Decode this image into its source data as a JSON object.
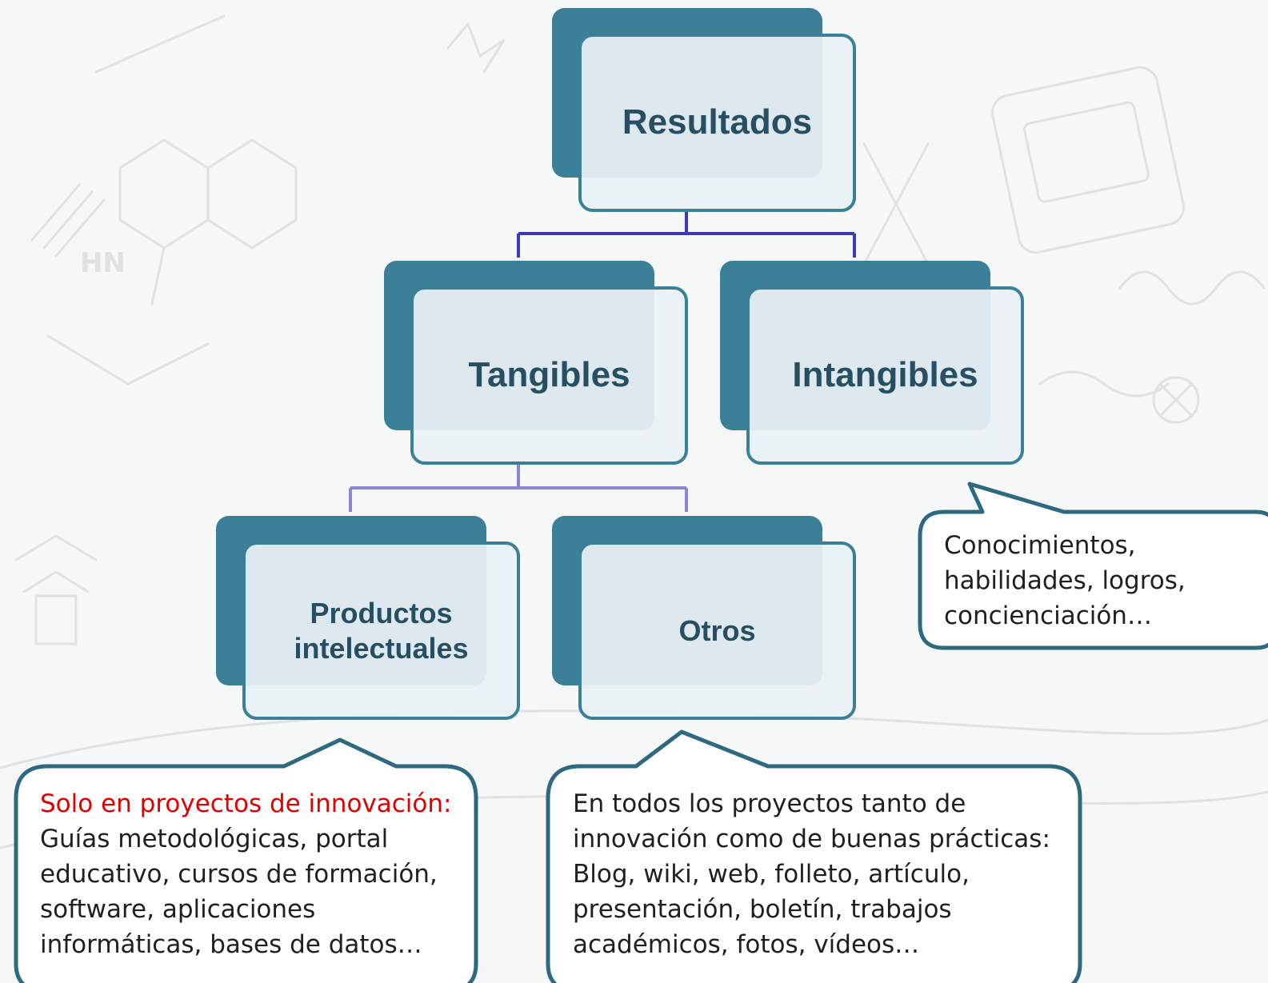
{
  "nodes": {
    "resultados": "Resultados",
    "tangibles": "Tangibles",
    "intangibles": "Intangibles",
    "productos": "Productos intelectuales",
    "otros": "Otros"
  },
  "callouts": {
    "intangibles": "Conocimientos, habilidades, logros, concienciación…",
    "productos_highlight": "Solo en proyectos de innovación:",
    "productos_body": "Guías metodológicas, portal educativo, cursos de formación, software, aplicaciones informáticas, bases de datos…",
    "otros": "En todos los proyectos tanto de innovación como de buenas prácticas: Blog, wiki, web, folleto, artículo, presentación, boletín, trabajos académicos, fotos, vídeos…"
  },
  "colors": {
    "node_dark": "#3b7f98",
    "node_text": "#274f63",
    "connector_top": "#3a3ab8",
    "connector_mid": "#8a86d8",
    "highlight_text": "#e00000"
  }
}
